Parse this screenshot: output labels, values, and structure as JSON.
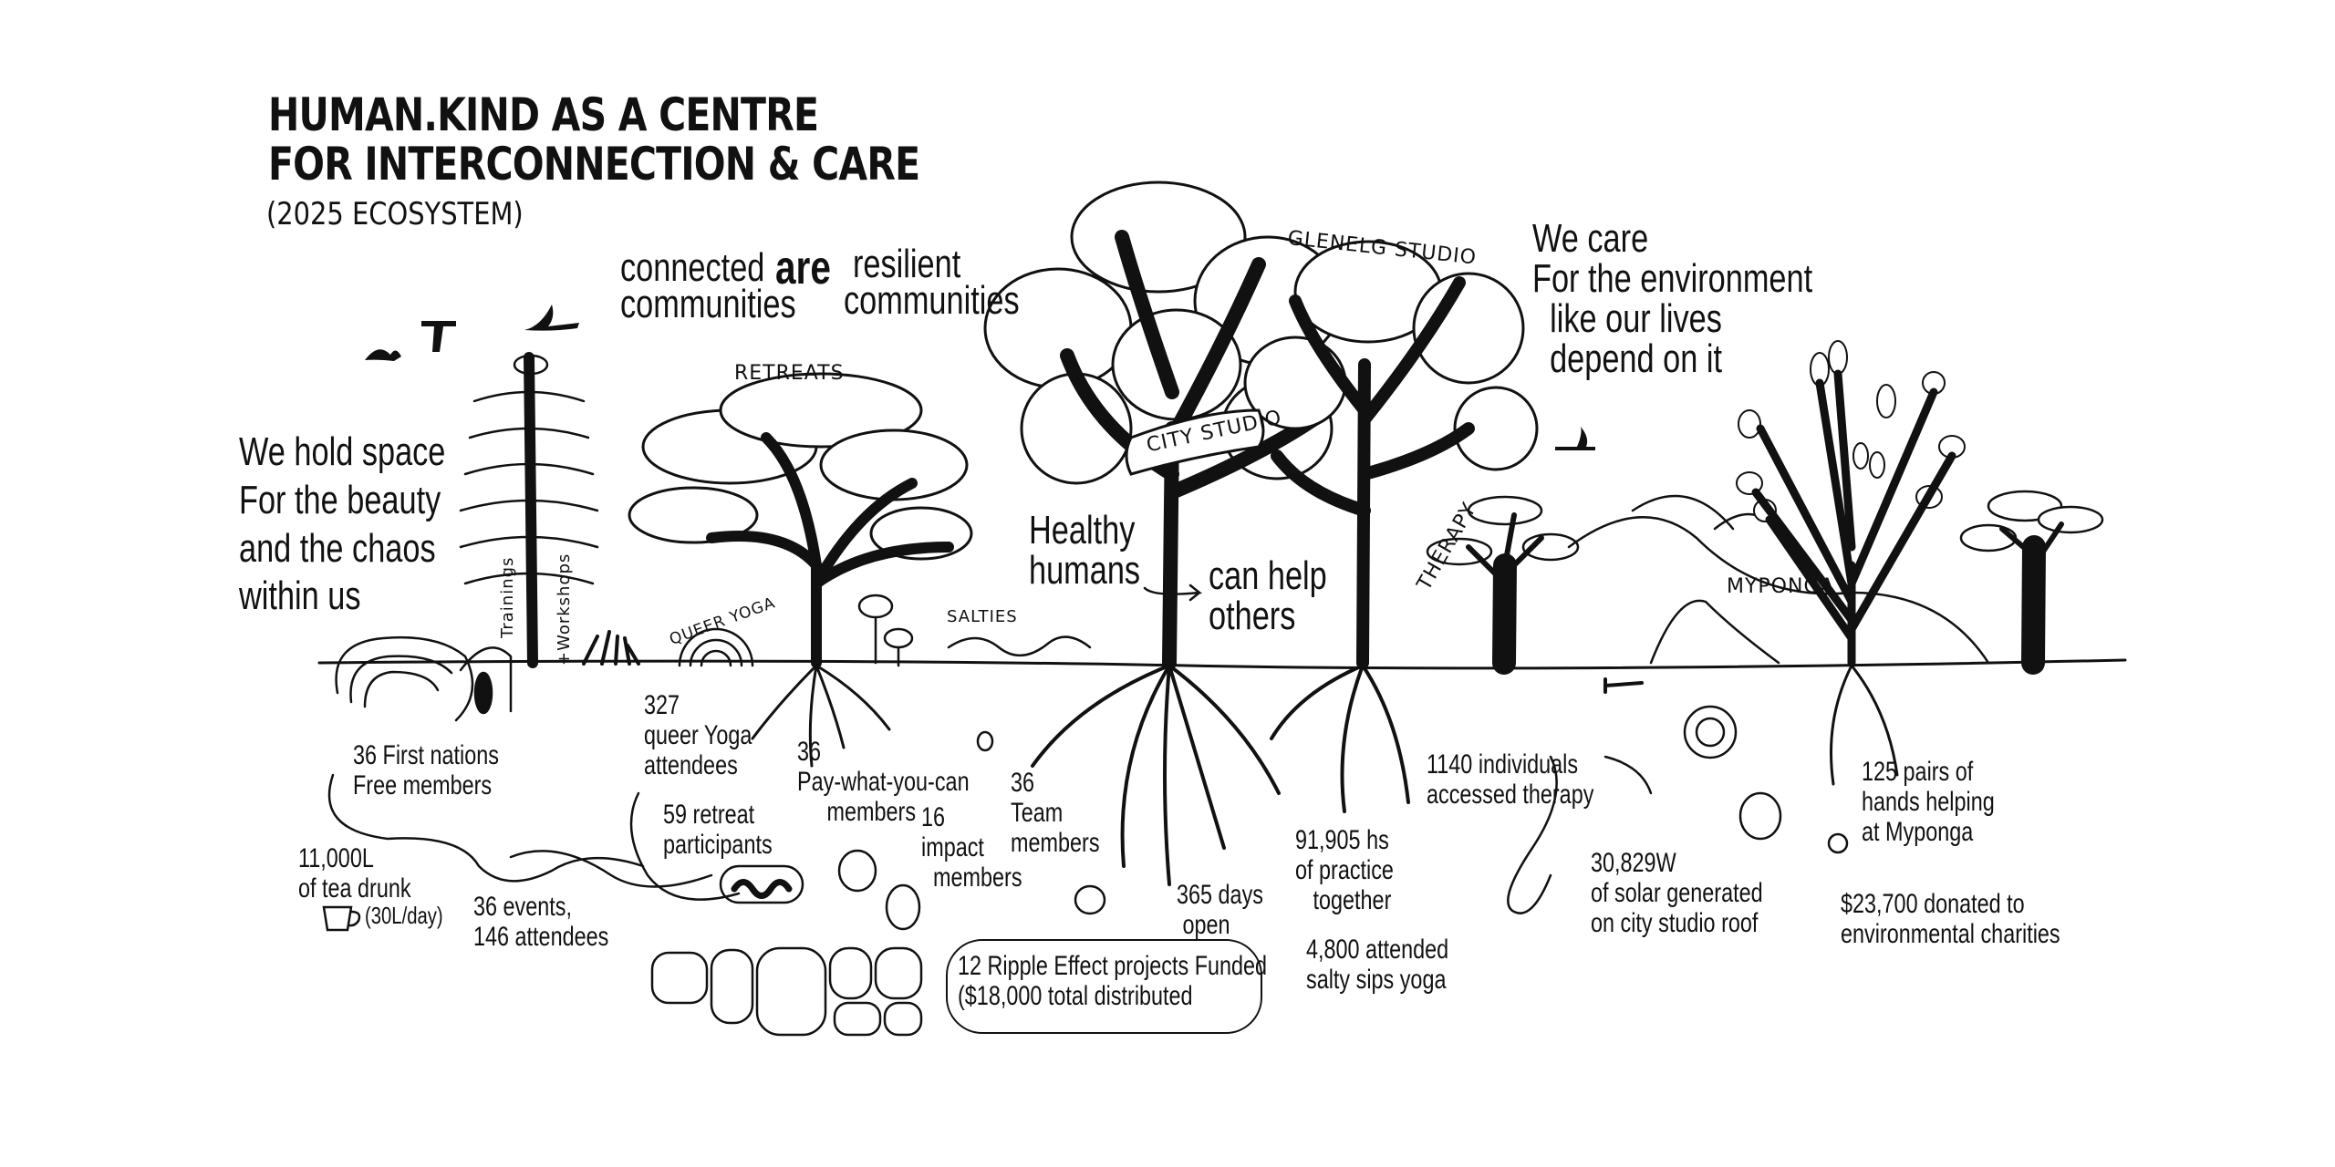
{
  "title": {
    "line1": "HUMAN.KIND AS A CENTRE",
    "line2": "FOR INTERCONNECTION & CARE",
    "subtitle": "(2025 ECOSYSTEM)"
  },
  "quotes": {
    "connected": "connected",
    "are": "are",
    "resilient": "resilient",
    "communities_left": "communities",
    "communities_right": "communities",
    "hold_space": "We hold space\nFor the beauty\nand the chaos\nwithin us",
    "we_care": "We care\nFor the environment\n  like our lives\n  depend on it",
    "healthy": "Healthy\nhumans",
    "can_help": "can help\nothers"
  },
  "labels": {
    "retreats": "RETREATS",
    "glenelg": "GLENELG STUDIO",
    "city_studio": "CITY STUDIO",
    "therapy": "THERAPY",
    "myponga": "MYPONGA",
    "queer_yoga": "QUEER YOGA",
    "salties": "SALTIES",
    "trainings": "Trainings",
    "workshops": "+Workshops"
  },
  "stats": {
    "first_nations": "36 First nations\nFree members",
    "tea": "11,000L\nof tea drunk",
    "tea_rate": "(30L/day)",
    "events": "36 events,\n146 attendees",
    "queer_yoga": "327\nqueer Yoga\nattendees",
    "retreat": "59 retreat\nparticipants",
    "pwyc": "36\nPay-what-you-can\n     members",
    "impact": "16\nimpact\n  members",
    "team": "36\nTeam\nmembers",
    "days_open": "365 days\n open",
    "practice": "91,905 hs\nof practice\n   together",
    "salty": "4,800 attended\nsalty sips yoga",
    "ripple": "12 Ripple Effect projects Funded\n($18,000 total distributed",
    "therapy": "1140 individuals\naccessed therapy",
    "solar": "30,829W\nof solar generated\non city studio roof",
    "hands": "125 pairs of\nhands helping\nat Myponga",
    "donated": "$23,700 donated to\nenvironmental charities"
  }
}
